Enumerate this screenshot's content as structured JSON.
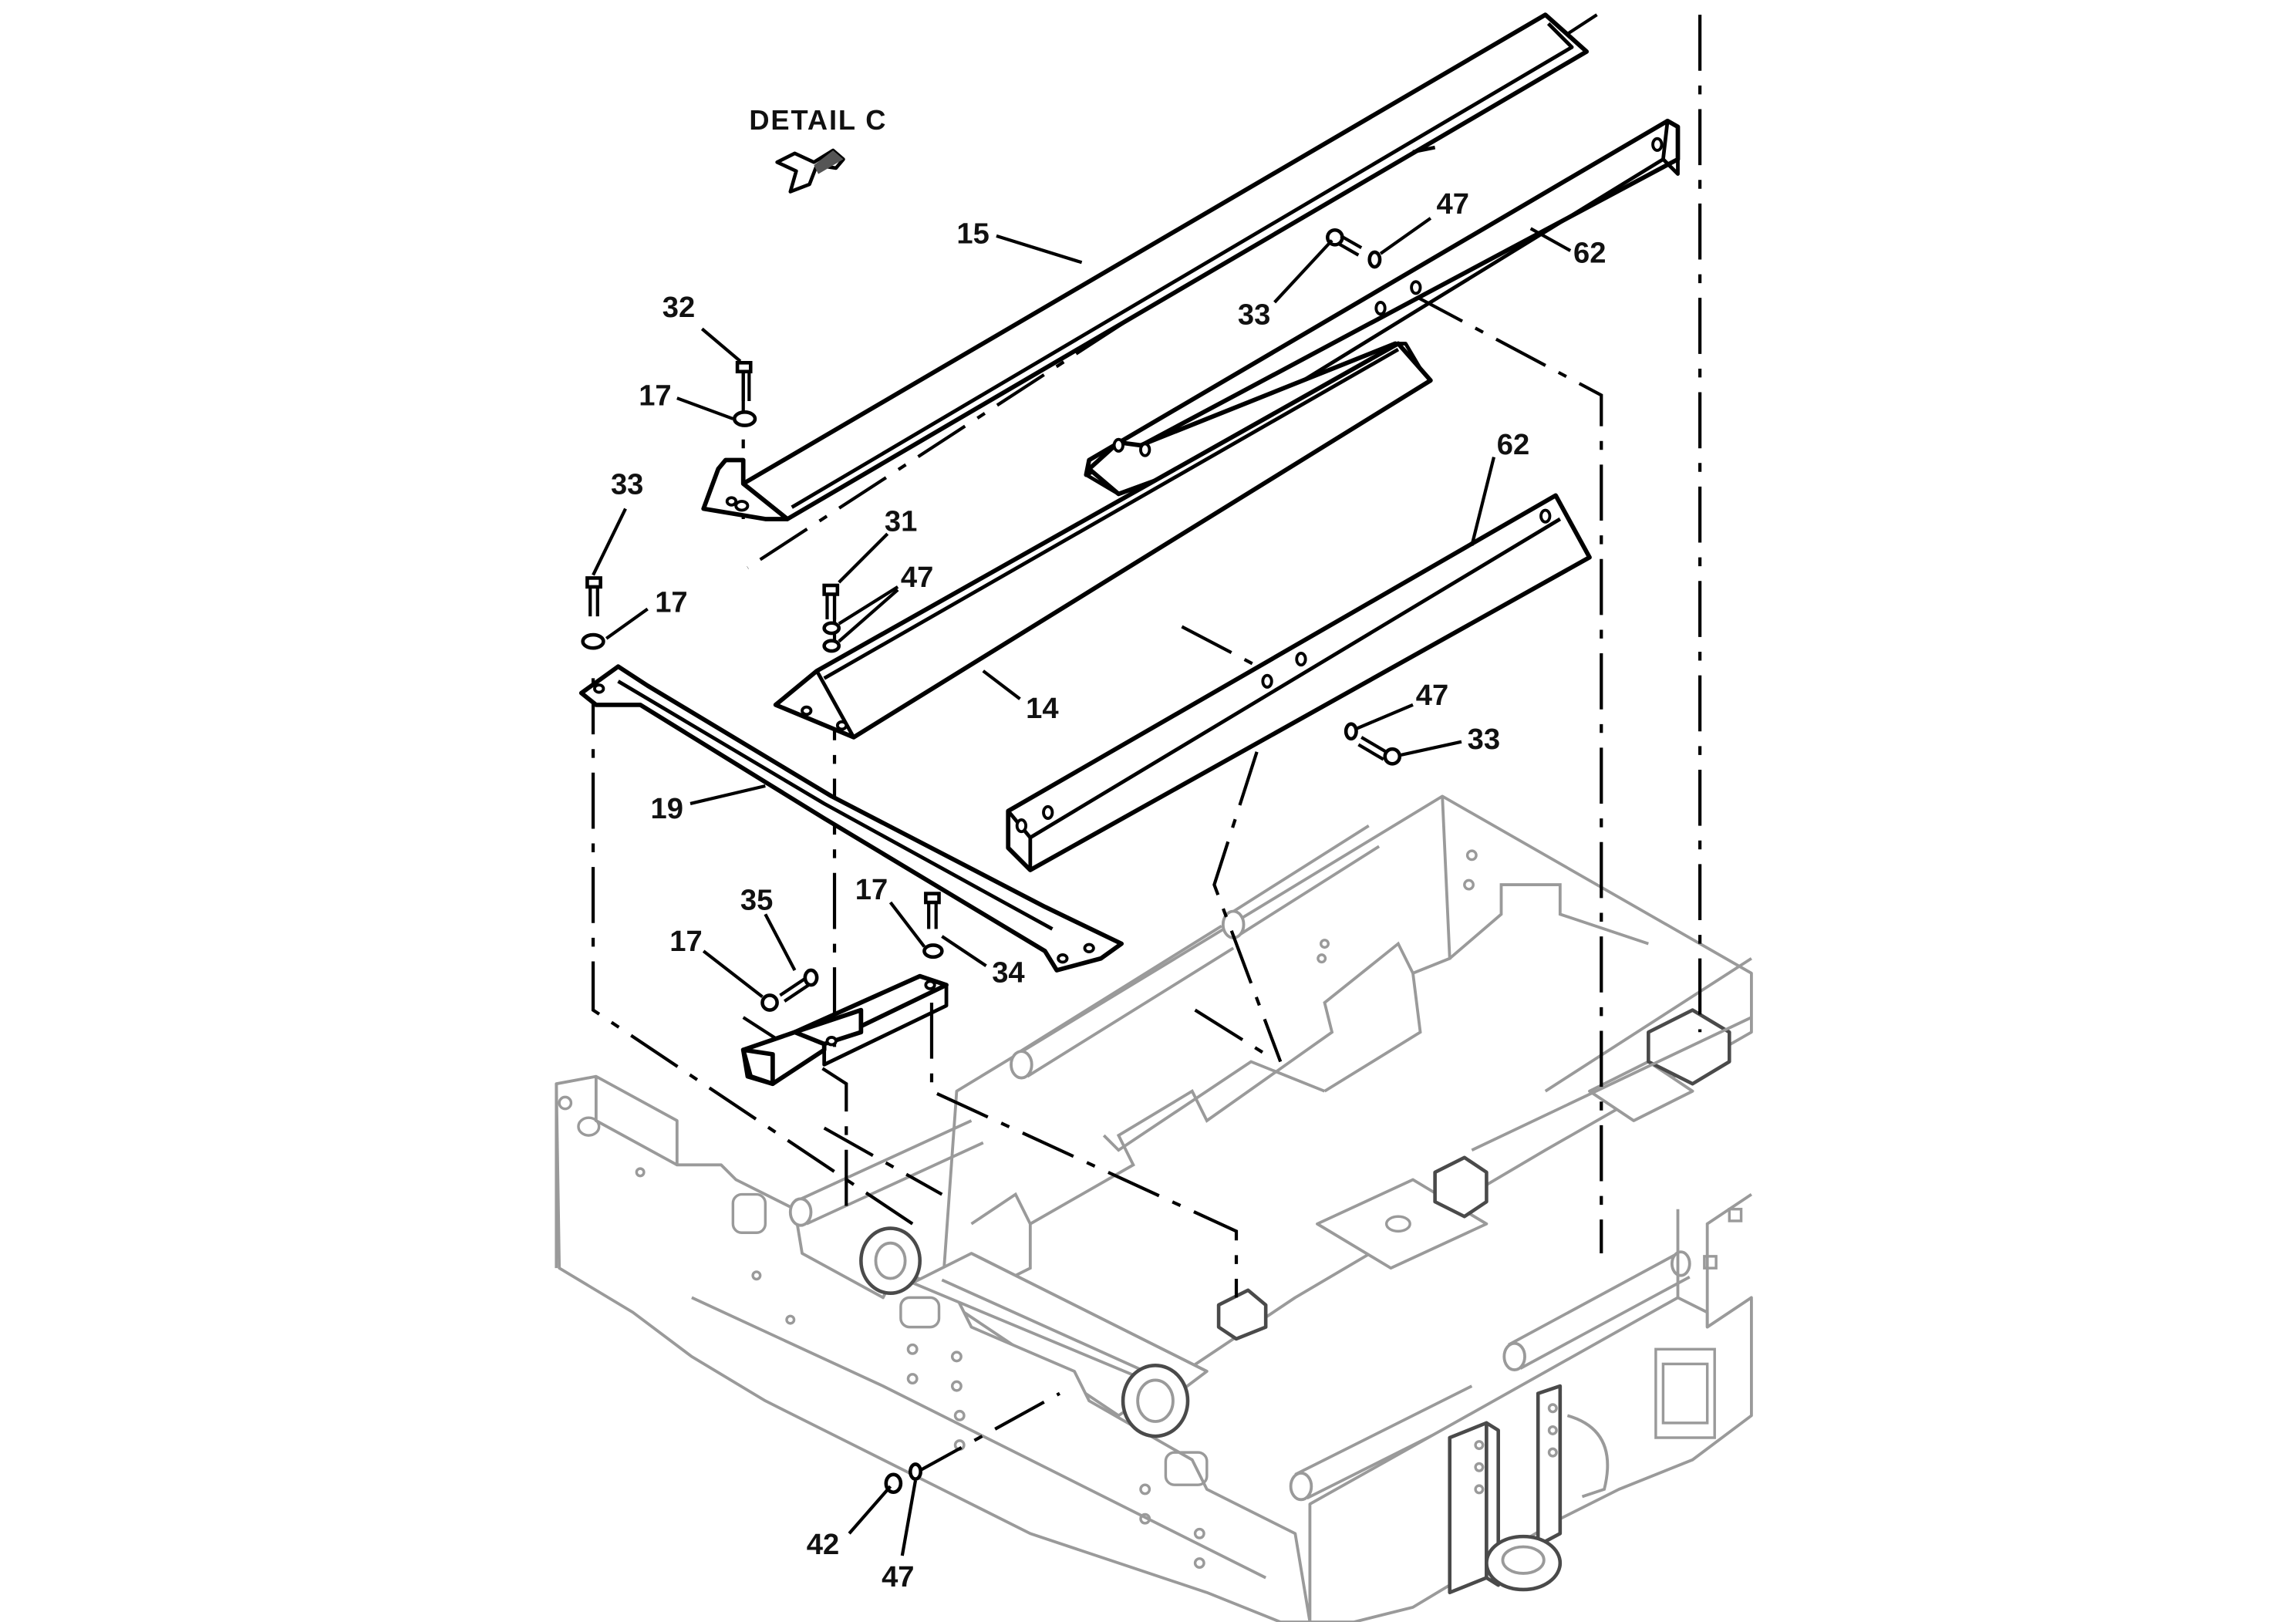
{
  "detail": {
    "label": "DETAIL C",
    "arrow_icon": "arrow-down-left-icon"
  },
  "callouts": {
    "c15": "15",
    "c32": "32",
    "c17_top": "17",
    "c33_left": "33",
    "c17_left": "17",
    "c31": "31",
    "c47_mid": "47",
    "c14": "14",
    "c19": "19",
    "c35": "35",
    "c17_bracket_left": "17",
    "c17_bracket_right": "17",
    "c34": "34",
    "c47_top": "47",
    "c33_top": "33",
    "c62_top": "62",
    "c62_mid": "62",
    "c47_right": "47",
    "c33_right": "33",
    "c42": "42",
    "c47_bottom": "47"
  },
  "colors": {
    "part_stroke": "#000000",
    "frame_stroke": "#9a9a9a",
    "background": "#ffffff"
  }
}
